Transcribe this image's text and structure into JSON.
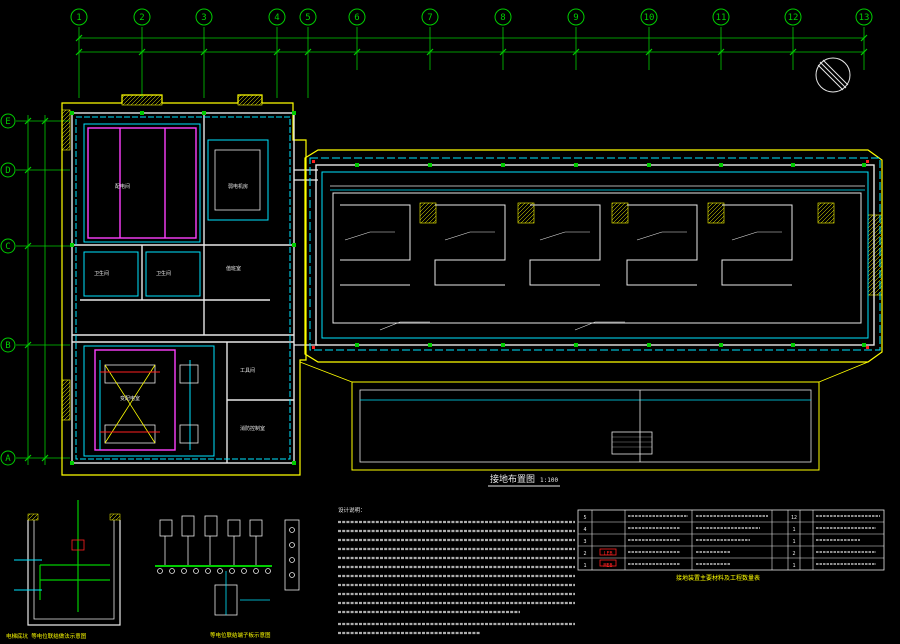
{
  "axes_top": [
    "1",
    "2",
    "3",
    "4",
    "5",
    "6",
    "7",
    "8",
    "9",
    "10",
    "11",
    "12",
    "13"
  ],
  "axes_left": [
    "E",
    "D",
    "C",
    "B",
    "A"
  ],
  "plan_title": "接地布置图",
  "plan_scale": "1:100",
  "detail_titles": {
    "pit": "电梯底坑 等电位联结做法示意图",
    "bond": "等电位联结端子板示意图"
  },
  "notes_title": "设计说明：",
  "table_title": "接地装置主要材料及工程数量表",
  "table_rows": [
    {
      "no": "5",
      "sym": "",
      "qty": "12"
    },
    {
      "no": "4",
      "sym": "",
      "qty": "1"
    },
    {
      "no": "3",
      "sym": "",
      "qty": "1"
    },
    {
      "no": "2",
      "sym": "LEB",
      "qty": "2"
    },
    {
      "no": "1",
      "sym": "MEB",
      "qty": "1"
    }
  ],
  "colors": {
    "background": "#000000",
    "grid": "#00cc00",
    "wall": "#e8e8e8",
    "grounding": "#00e5ff",
    "outline": "#ffff00",
    "pipe": "#ff40ff",
    "marker": "#ff2020",
    "text": "#ffffff"
  }
}
